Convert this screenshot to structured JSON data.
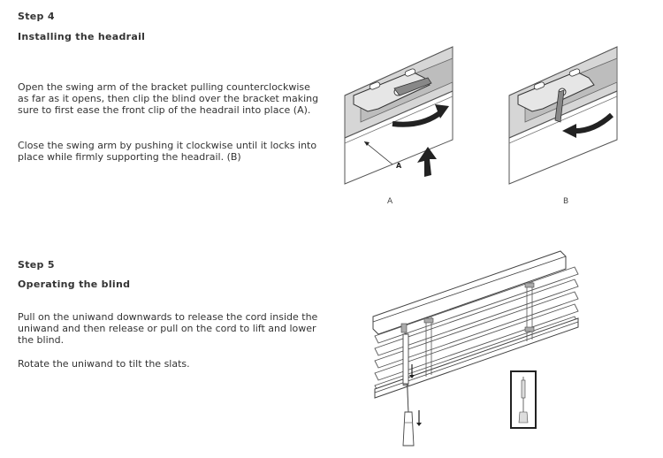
{
  "step4": {
    "label": "Step 4",
    "title": "Installing the headrail",
    "para1": "Open the swing arm of the bracket pulling counterclockwise as far as it opens, then clip the blind over the bracket making sure to first ease the front clip of the headrail into place (A).",
    "para2": "Close the swing arm by pushing it clockwise until it locks into place while firmly supporting the headrail. (B)",
    "figure_a_caption": "A",
    "figure_a_marker": "A",
    "figure_b_caption": "B"
  },
  "step5": {
    "label": "Step 5",
    "title": "Operating the blind",
    "para1": "Pull on the uniwand downwards to release the cord inside the uniwand  and then release or pull on the cord to lift and lower the blind.",
    "para2": "Rotate the uniwand to tilt the slats."
  }
}
